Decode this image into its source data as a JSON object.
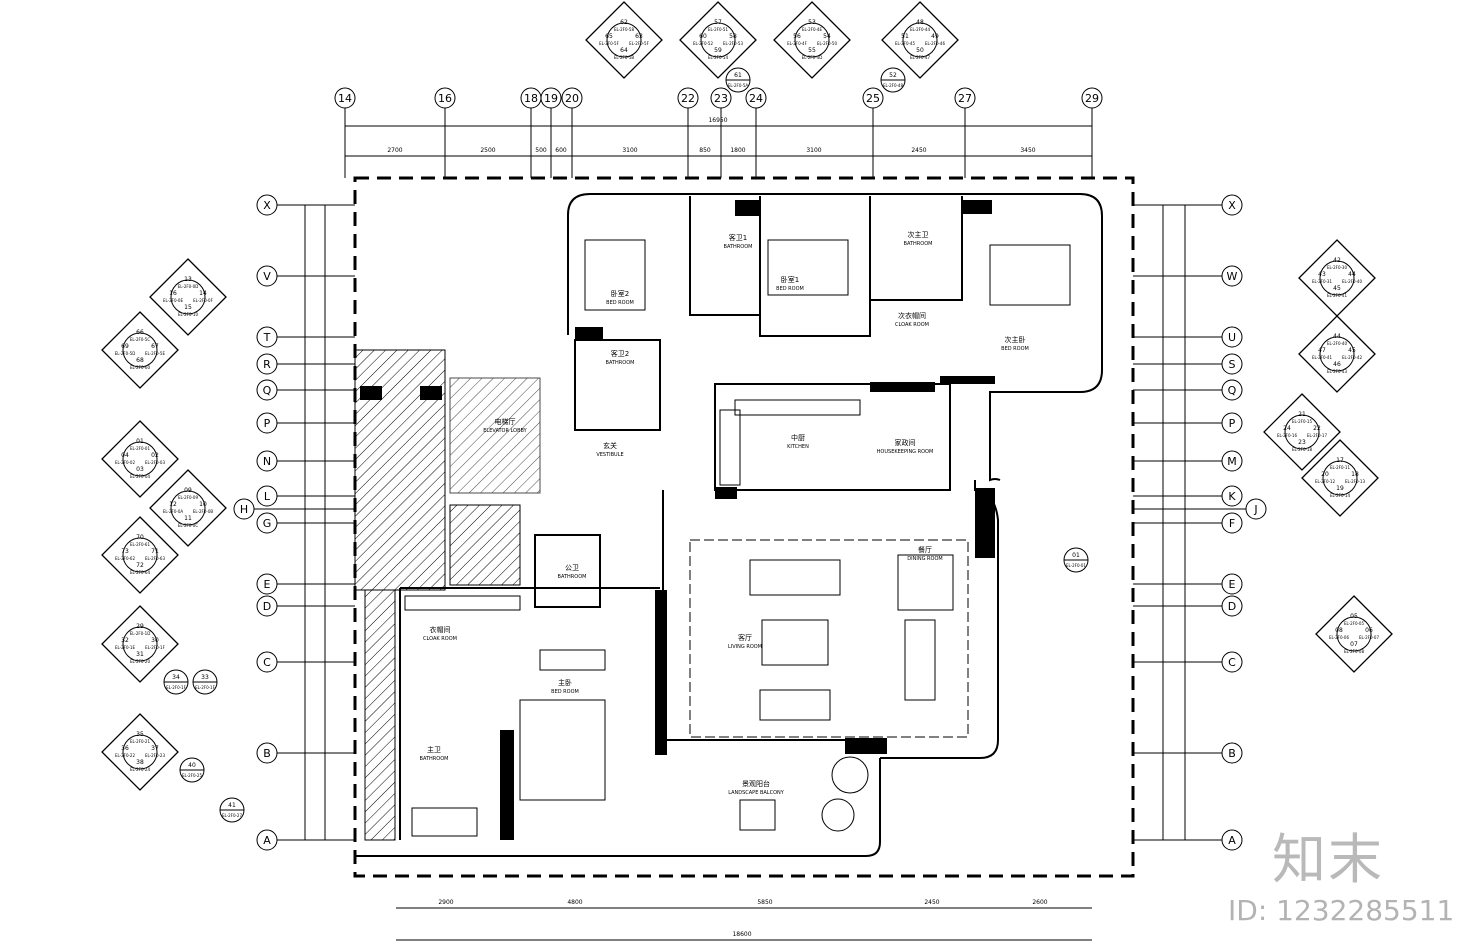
{
  "grid_top": [
    "14",
    "16",
    "18",
    "19",
    "20",
    "22",
    "23",
    "24",
    "25",
    "27",
    "29"
  ],
  "grid_side": [
    "X",
    "V",
    "T",
    "R",
    "Q",
    "P",
    "N",
    "L",
    "H",
    "G",
    "E",
    "D",
    "C",
    "B",
    "A"
  ],
  "grid_right": [
    "X",
    "W",
    "U",
    "S",
    "Q",
    "P",
    "M",
    "K",
    "J",
    "F",
    "E",
    "D",
    "C",
    "B",
    "A"
  ],
  "dims_top": [
    "2700",
    "2500",
    "500",
    "600",
    "3100",
    "850",
    "1800",
    "3100",
    "2450",
    "3450"
  ],
  "dims_top_total": "16950",
  "dims_bottom": [
    "2900",
    "4800",
    "5850",
    "2450",
    "2600"
  ],
  "dims_bottom_total": "18600",
  "rooms": [
    {
      "zh": "卧室2",
      "en": "BED ROOM"
    },
    {
      "zh": "客卫1",
      "en": "BATHROOM"
    },
    {
      "zh": "卧室1",
      "en": "BED ROOM"
    },
    {
      "zh": "次主卫",
      "en": "BATHROOM"
    },
    {
      "zh": "次衣帽间",
      "en": "CLOAK ROOM"
    },
    {
      "zh": "次主卧",
      "en": "BED ROOM"
    },
    {
      "zh": "客卫2",
      "en": "BATHROOM"
    },
    {
      "zh": "电梯厅",
      "en": "ELEVATOR LOBBY"
    },
    {
      "zh": "玄关",
      "en": "VESTIBULE"
    },
    {
      "zh": "中厨",
      "en": "KITCHEN"
    },
    {
      "zh": "家政间",
      "en": "HOUSEKEEPING ROOM"
    },
    {
      "zh": "公卫",
      "en": "BATHROOM"
    },
    {
      "zh": "餐厅",
      "en": "DINING ROOM"
    },
    {
      "zh": "衣帽间",
      "en": "CLOAK ROOM"
    },
    {
      "zh": "主卧",
      "en": "BED ROOM"
    },
    {
      "zh": "客厅",
      "en": "LIVING ROOM"
    },
    {
      "zh": "主卫",
      "en": "BATHROOM"
    },
    {
      "zh": "景观阳台",
      "en": "LANDSCAPE BALCONY"
    }
  ],
  "elevation_tags": [
    {
      "nums": [
        "62",
        "65",
        "63",
        "64"
      ],
      "refs": [
        "EL-2F0-58",
        "EL-2F0-5F",
        "EL-2F0-5F",
        "EL-2F0-5B"
      ]
    },
    {
      "nums": [
        "57",
        "60",
        "58",
        "59"
      ],
      "refs": [
        "EL-2F0-51",
        "EL-2F0-52",
        "EL-2F0-53",
        "EL-2F0-54"
      ]
    },
    {
      "nums": [
        "53",
        "56",
        "54",
        "55"
      ],
      "refs": [
        "EL-2F0-4E",
        "EL-2F0-4F",
        "EL-2F0-50",
        "EL-2F0-4D"
      ]
    },
    {
      "nums": [
        "48",
        "51",
        "49",
        "50"
      ],
      "refs": [
        "EL-2F0-44",
        "EL-2F0-45",
        "EL-2F0-46",
        "EL-2F0-47"
      ]
    },
    {
      "nums": [
        "13",
        "16",
        "14",
        "15"
      ],
      "refs": [
        "EL-2F0-0D",
        "EL-2F0-0E",
        "EL-2F0-0F",
        "EL-2F0-10"
      ]
    },
    {
      "nums": [
        "66",
        "69",
        "67",
        "68"
      ],
      "refs": [
        "EL-2F0-5C",
        "EL-2F0-5D",
        "EL-2F0-5E",
        "EL-2F0-60"
      ]
    },
    {
      "nums": [
        "01",
        "04",
        "02",
        "03"
      ],
      "refs": [
        "EL-2F0-01",
        "EL-2F0-02",
        "EL-2F0-03",
        "EL-2F0-04"
      ]
    },
    {
      "nums": [
        "09",
        "12",
        "10",
        "11"
      ],
      "refs": [
        "EL-2F0-09",
        "EL-2F0-0A",
        "EL-2F0-0B",
        "EL-2F0-0C"
      ]
    },
    {
      "nums": [
        "70",
        "73",
        "71",
        "72"
      ],
      "refs": [
        "EL-2F0-61",
        "EL-2F0-62",
        "EL-2F0-63",
        "EL-2F0-64"
      ]
    },
    {
      "nums": [
        "29",
        "32",
        "30",
        "31"
      ],
      "refs": [
        "EL-2F0-1D",
        "EL-2F0-1E",
        "EL-2F0-1F",
        "EL-2F0-20"
      ]
    },
    {
      "nums": [
        "35",
        "36",
        "37",
        "38"
      ],
      "refs": [
        "EL-2F0-21",
        "EL-2F0-22",
        "EL-2F0-23",
        "EL-2F0-24"
      ]
    },
    {
      "nums": [
        "42",
        "43",
        "44",
        "45"
      ],
      "refs": [
        "EL-2F0-30",
        "EL-2F0-31",
        "EL-2F0-40",
        "EL-2F0-41"
      ]
    },
    {
      "nums": [
        "44",
        "47",
        "45",
        "46"
      ],
      "refs": [
        "EL-2F0-40",
        "EL-2F0-41",
        "EL-2F0-42",
        "EL-2F0-43"
      ]
    },
    {
      "nums": [
        "21",
        "24",
        "22",
        "23"
      ],
      "refs": [
        "EL-2F0-15",
        "EL-2F0-16",
        "EL-2F0-17",
        "EL-2F0-18"
      ]
    },
    {
      "nums": [
        "17",
        "20",
        "18",
        "19"
      ],
      "refs": [
        "EL-2F0-11",
        "EL-2F0-12",
        "EL-2F0-13",
        "EL-2F0-14"
      ]
    },
    {
      "nums": [
        "05",
        "08",
        "06",
        "07"
      ],
      "refs": [
        "EL-2F0-05",
        "EL-2F0-06",
        "EL-2F0-07",
        "EL-2F0-08"
      ]
    }
  ],
  "single_tags": [
    {
      "num": "61",
      "ref": "EL-2F0-5A"
    },
    {
      "num": "52",
      "ref": "EL-2F0-48"
    },
    {
      "num": "33",
      "ref": "EL-2F0-1F"
    },
    {
      "num": "34",
      "ref": "EL-2F0-1F"
    },
    {
      "num": "40",
      "ref": "EL-2F0-25"
    },
    {
      "num": "41",
      "ref": "EL-2F0-27"
    },
    {
      "num": "01",
      "ref": "EL-2F0-01"
    }
  ],
  "watermark_logo": "知末",
  "watermark_id": "ID: 1232285511"
}
